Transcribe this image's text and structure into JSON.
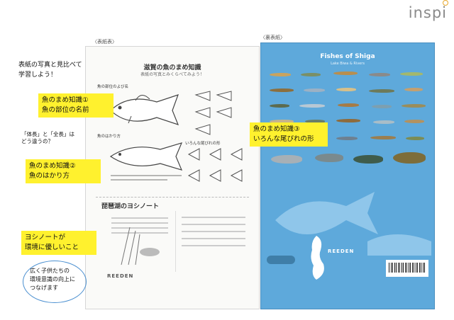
{
  "brand": {
    "logo": "inspi"
  },
  "labels": {
    "front": "〈表紙表〉",
    "back": "〈裏表紙〉"
  },
  "intro": {
    "line1": "表紙の写真と見比べて",
    "line2": "学習しよう！"
  },
  "callouts": [
    {
      "line1": "魚のまめ知識①",
      "line2": "魚の部位の名前"
    },
    {
      "line1": "魚のまめ知識②",
      "line2": "魚のはかり方"
    },
    {
      "line1": "魚のまめ知識③",
      "line2": "いろんな尾びれの形"
    },
    {
      "line1": "ヨシノートが",
      "line2": "環境に優しいこと"
    }
  ],
  "question": {
    "line1": "「体長」と「全長」は",
    "line2": "どう違うの？"
  },
  "closing": {
    "line1": "広く子供たちの",
    "line2": "環境意識の向上に",
    "line3": "つなげます"
  },
  "front_cover": {
    "title": "滋賀の魚のまめ知識",
    "subtitle": "表紙の写真とみくらべてみよう！",
    "parts_heading": "魚の部位のよび名",
    "measure_heading": "魚のはかり方",
    "tail_heading": "いろんな尾びれの形",
    "lake_title": "琵琶湖のヨシノート",
    "brand": "REEDEN"
  },
  "back_cover": {
    "title": "Fishes of Shiga",
    "subtitle": "Lake Biwa & Rivers",
    "brand": "REEDEN"
  },
  "colors": {
    "highlight": "#fff12e",
    "back_bg": "#5ea9db",
    "circle": "#4a8fd0"
  }
}
